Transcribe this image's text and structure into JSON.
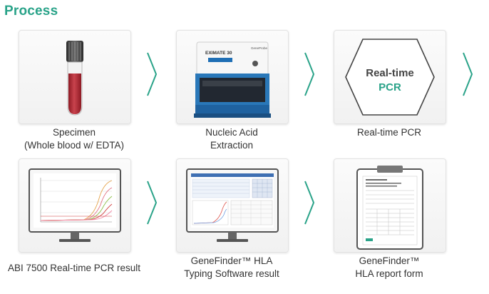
{
  "title": "Process",
  "colors": {
    "accent": "#2aa389",
    "text": "#333333"
  },
  "steps": [
    {
      "icon": "blood-tube-icon",
      "caption_line1": "Specimen",
      "caption_line2": "(Whole blood w/ EDTA)"
    },
    {
      "icon": "extraction-instrument-icon",
      "caption_line1": "Nucleic Acid",
      "caption_line2": "Extraction",
      "device_brand": "GeneProbe",
      "device_label": "EXIMATE 30"
    },
    {
      "icon": "hexagon-icon",
      "caption_line1": "Real-time PCR",
      "caption_line2": "",
      "hex_line1": "Real-time",
      "hex_line2": "PCR"
    },
    {
      "icon": "pcr-curve-monitor-icon",
      "caption_line1": "ABI 7500 Real-time PCR result",
      "caption_line2": ""
    },
    {
      "icon": "software-monitor-icon",
      "caption_line1": "GeneFinder™ HLA",
      "caption_line2": "Typing Software result"
    },
    {
      "icon": "clipboard-report-icon",
      "caption_line1": "GeneFinder™",
      "caption_line2": "HLA report form"
    }
  ],
  "arrows": [
    "chevron-right-icon",
    "chevron-right-icon",
    "chevron-right-icon",
    "chevron-right-icon",
    "chevron-right-icon"
  ]
}
